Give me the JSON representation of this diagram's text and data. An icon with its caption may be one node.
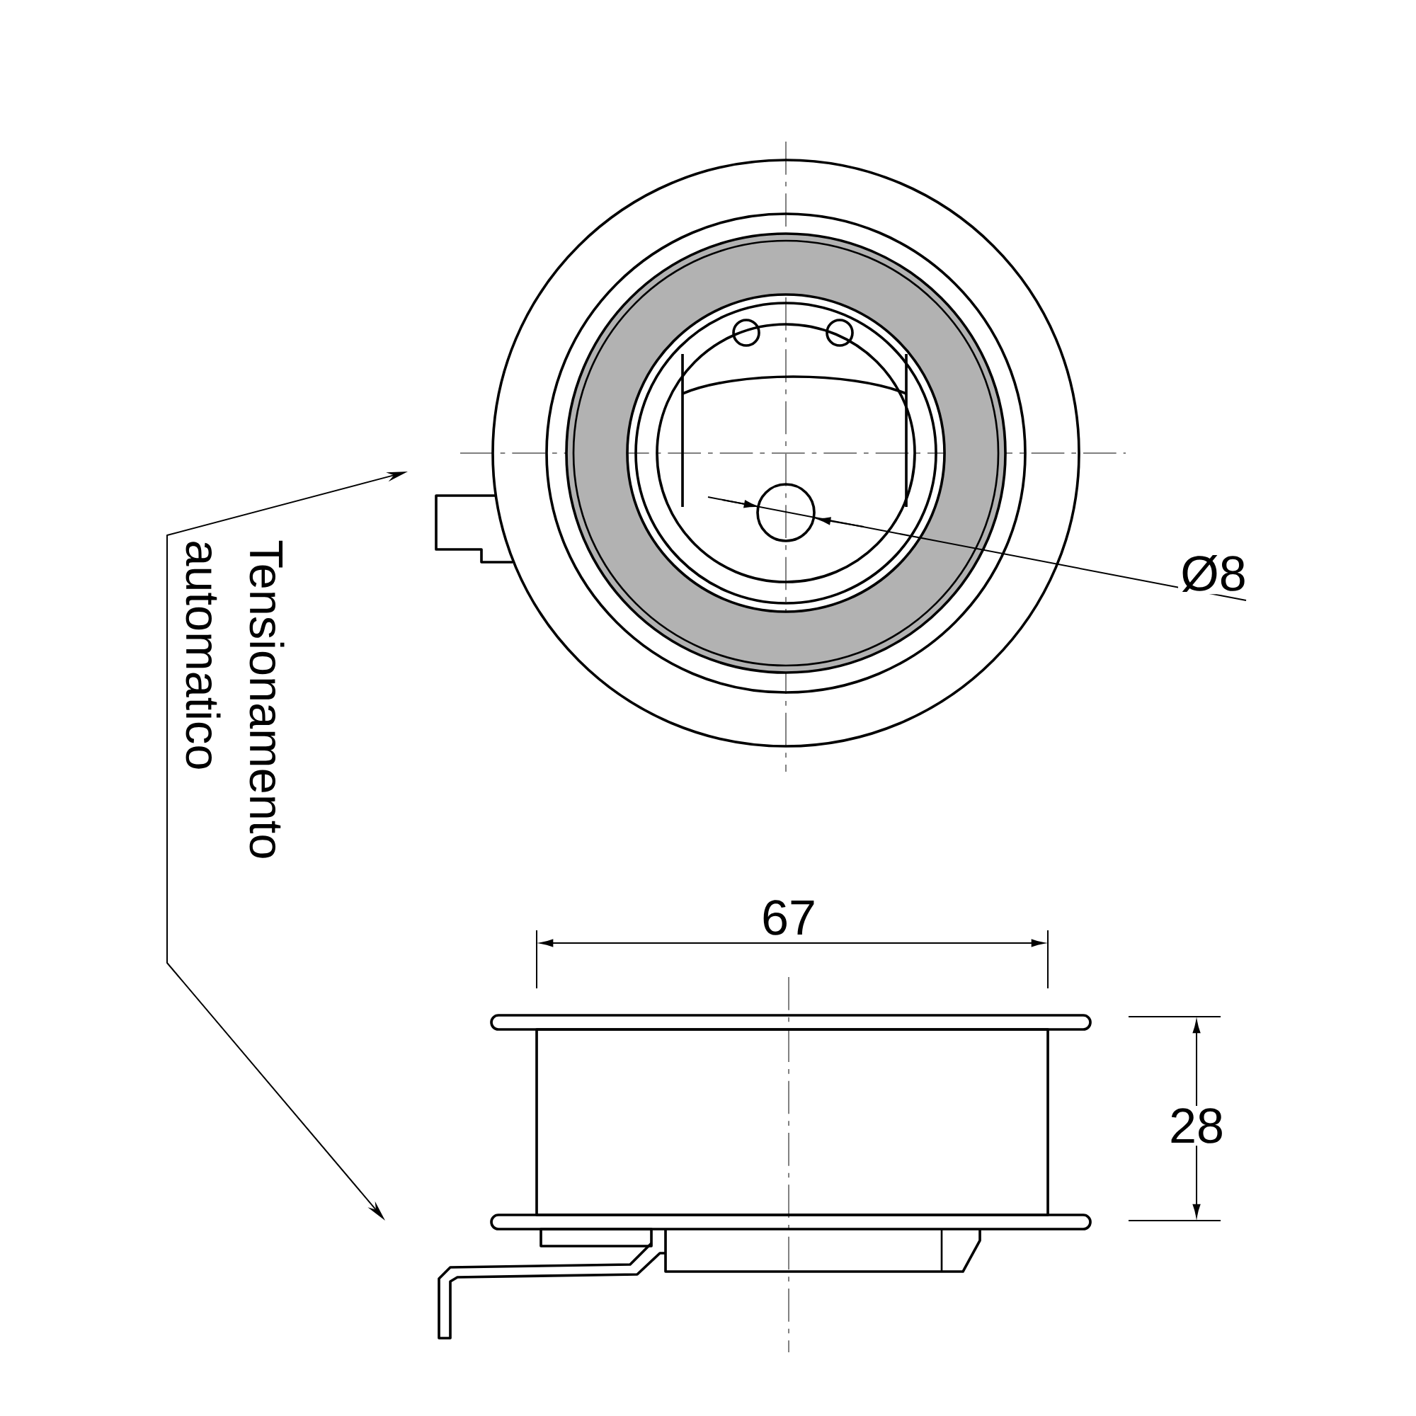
{
  "diagram": {
    "nodes": [
      {
        "text": [
          "Tensionamento automatico"
        ]
      },
      {
        "text": [],
        "shape": "picture"
      },
      {
        "text": [],
        "shape": "picture"
      }
    ],
    "edges": [
      {
        "from": 0,
        "to": 1,
        "arrow": "to"
      },
      {
        "from": 0,
        "to": 2,
        "arrow": "to"
      }
    ],
    "labels": [
      "Ø8",
      "67",
      "28"
    ]
  }
}
